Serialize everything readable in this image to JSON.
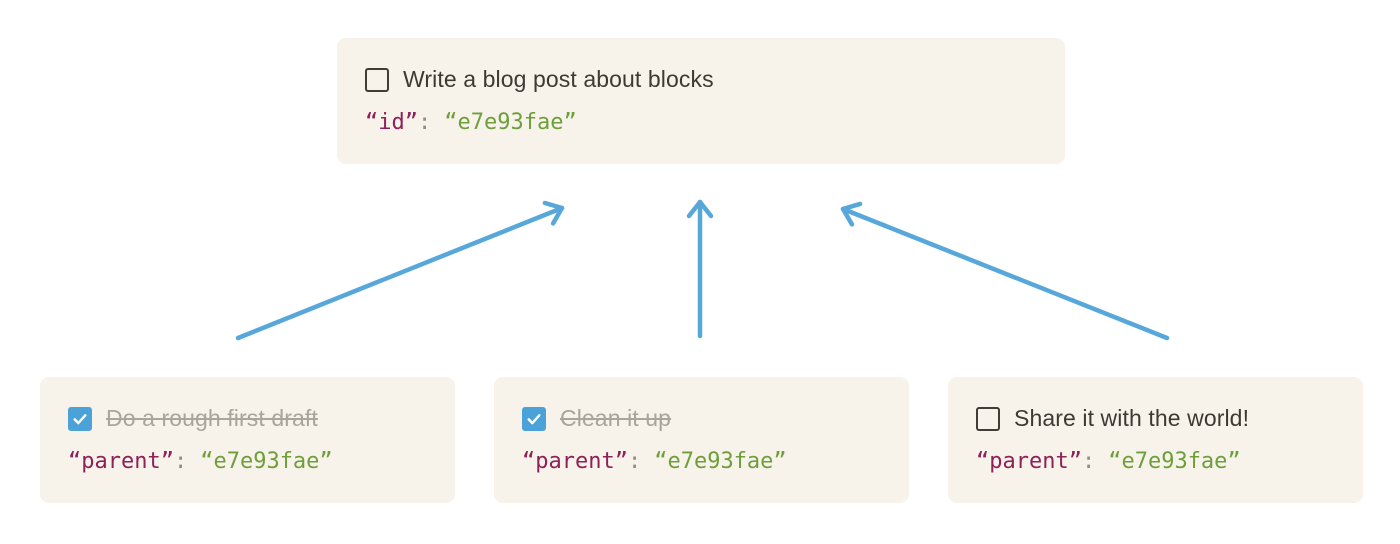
{
  "colors": {
    "page_background": "#ffffff",
    "card_background": "#f7f2ea",
    "task_text": "#3d3a34",
    "completed_task_text": "#a9a49c",
    "checkbox_border": "#3f3d38",
    "checkbox_checked_fill": "#4ba2d9",
    "checkbox_checkmark": "#ffffff",
    "arrow": "#57a7db",
    "json_key": "#8e2157",
    "json_punctuation": "#8f8d89",
    "json_string": "#6f9f3a"
  },
  "parent_task": {
    "title": "Write a blog post about blocks",
    "completed": false,
    "json_key": "“id”",
    "json_separator": ":",
    "json_value": "“e7e93fae”"
  },
  "subtasks": [
    {
      "title": "Do a rough first draft",
      "completed": true,
      "json_key": "“parent”",
      "json_separator": ":",
      "json_value": "“e7e93fae”"
    },
    {
      "title": "Clean it up",
      "completed": true,
      "json_key": "“parent”",
      "json_separator": ":",
      "json_value": "“e7e93fae”"
    },
    {
      "title": "Share it with the world!",
      "completed": false,
      "json_key": "“parent”",
      "json_separator": ":",
      "json_value": "“e7e93fae”"
    }
  ]
}
